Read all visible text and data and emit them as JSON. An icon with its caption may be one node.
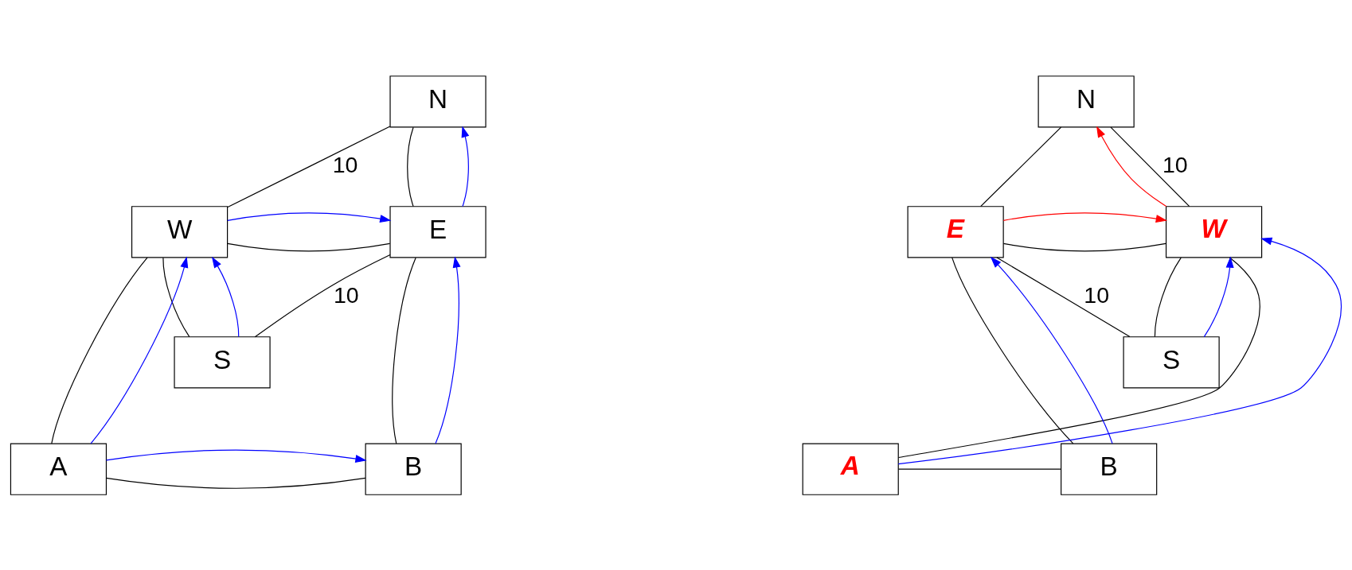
{
  "diagram": {
    "nodes": [
      {
        "text": [
          "N"
        ]
      },
      {
        "text": [
          "W"
        ]
      },
      {
        "text": [
          "E"
        ]
      },
      {
        "text": [
          "S"
        ]
      },
      {
        "text": [
          "A"
        ]
      },
      {
        "text": [
          "B"
        ]
      },
      {
        "text": [
          "N"
        ]
      },
      {
        "text": [
          "W"
        ]
      },
      {
        "text": [
          "E"
        ]
      },
      {
        "text": [
          "S"
        ]
      },
      {
        "text": [
          "A"
        ]
      },
      {
        "text": [
          "B"
        ]
      }
    ],
    "edges": [
      {
        "from": 1,
        "to": 0,
        "arrow": "none",
        "label": "10"
      },
      {
        "from": 0,
        "to": 2,
        "arrow": "none"
      },
      {
        "from": 1,
        "to": 2,
        "arrow": "none"
      },
      {
        "from": 1,
        "to": 3,
        "arrow": "none"
      },
      {
        "from": 3,
        "to": 2,
        "arrow": "none",
        "label": "10"
      },
      {
        "from": 1,
        "to": 4,
        "arrow": "none"
      },
      {
        "from": 2,
        "to": 5,
        "arrow": "none"
      },
      {
        "from": 4,
        "to": 5,
        "arrow": "none"
      },
      {
        "from": 2,
        "to": 0,
        "arrow": "to",
        "color": "#0000ff"
      },
      {
        "from": 1,
        "to": 2,
        "arrow": "to",
        "color": "#0000ff"
      },
      {
        "from": 3,
        "to": 1,
        "arrow": "to",
        "color": "#0000ff"
      },
      {
        "from": 4,
        "to": 1,
        "arrow": "to",
        "color": "#0000ff"
      },
      {
        "from": 5,
        "to": 2,
        "arrow": "to",
        "color": "#0000ff"
      },
      {
        "from": 4,
        "to": 5,
        "arrow": "to",
        "color": "#0000ff"
      },
      {
        "from": 7,
        "to": 6,
        "arrow": "none",
        "label": "10"
      },
      {
        "from": 6,
        "to": 8,
        "arrow": "none"
      },
      {
        "from": 7,
        "to": 8,
        "arrow": "none"
      },
      {
        "from": 7,
        "to": 9,
        "arrow": "none"
      },
      {
        "from": 9,
        "to": 8,
        "arrow": "none",
        "label": "10"
      },
      {
        "from": 7,
        "to": 10,
        "arrow": "none"
      },
      {
        "from": 8,
        "to": 11,
        "arrow": "none"
      },
      {
        "from": 10,
        "to": 11,
        "arrow": "none"
      },
      {
        "from": 7,
        "to": 6,
        "arrow": "to",
        "color": "#ff0000"
      },
      {
        "from": 8,
        "to": 7,
        "arrow": "to",
        "color": "#ff0000"
      },
      {
        "from": 9,
        "to": 7,
        "arrow": "to",
        "color": "#0000ff"
      },
      {
        "from": 10,
        "to": 7,
        "arrow": "to",
        "color": "#0000ff"
      },
      {
        "from": 11,
        "to": 8,
        "arrow": "to",
        "color": "#0000ff"
      }
    ]
  }
}
